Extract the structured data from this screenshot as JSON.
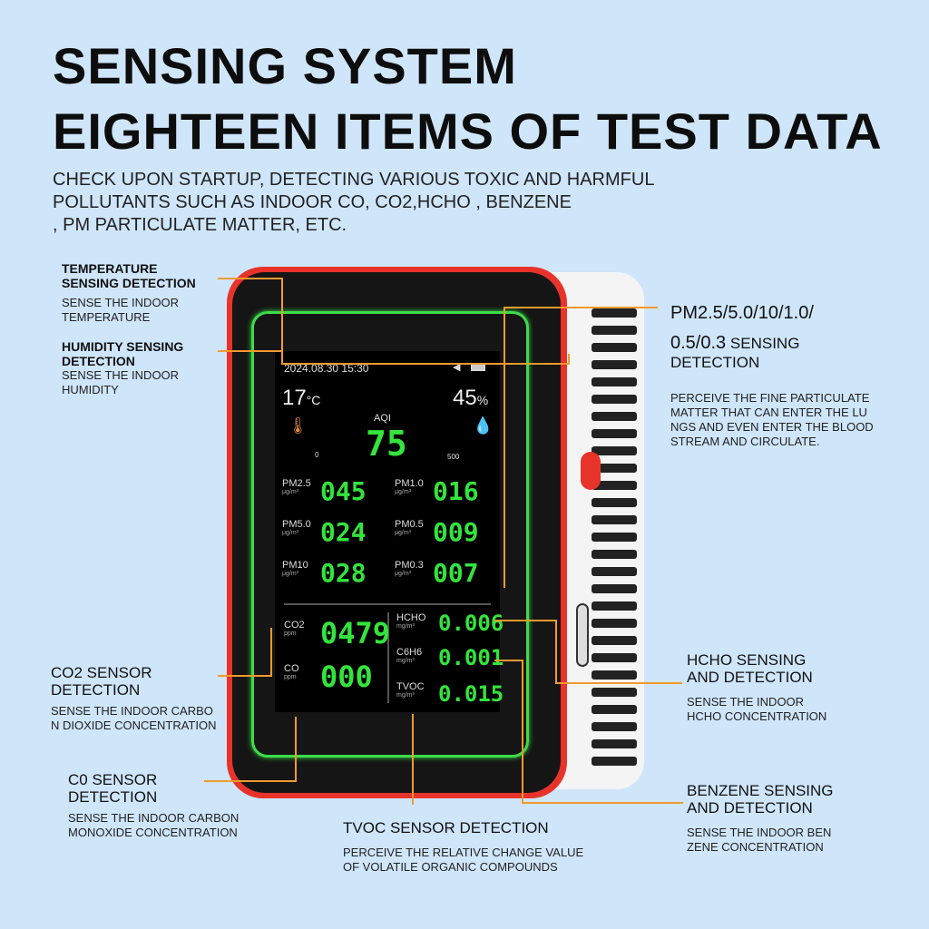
{
  "headline": {
    "line1": "SENSING SYSTEM",
    "line2": "EIGHTEEN ITEMS OF TEST DATA"
  },
  "intro": [
    "CHECK UPON STARTUP, DETECTING VARIOUS TOXIC AND HARMFUL",
    "POLLUTANTS SUCH AS INDOOR CO, CO2,HCHO , BENZENE",
    ", PM PARTICULATE MATTER, ETC."
  ],
  "callouts": {
    "temperature": {
      "title": "TEMPERATURE SENSING DETECTION",
      "desc": "SENSE THE INDOOR TEMPERATURE"
    },
    "humidity": {
      "title": "HUMIDITY SENSING DETECTION",
      "desc": "SENSE THE INDOOR HUMIDITY"
    },
    "co2": {
      "title": "CO2 SENSOR DETECTION",
      "desc": "SENSE THE INDOOR CARBO N DIOXIDE CONCENTRATION"
    },
    "co": {
      "title": "C0 SENSOR DETECTION",
      "desc": "SENSE THE INDOOR CARBON MONOXIDE CONCENTRATION"
    },
    "pm": {
      "title1": "PM2.5/5.0/10/1.0/",
      "title2": "0.5/0.3",
      "title3": " SENSING",
      "title4": "DETECTION",
      "desc": "PERCEIVE THE FINE PARTICULATE MATTER THAT CAN ENTER THE LU NGS AND EVEN ENTER THE BLOOD STREAM AND CIRCULATE."
    },
    "hcho": {
      "title": "HCHO SENSING AND DETECTION",
      "desc": "SENSE THE INDOOR HCHO CONCENTRATION"
    },
    "benzene": {
      "title": "BENZENE SENSING AND DETECTION",
      "desc": "SENSE THE INDOOR BEN ZENE CONCENTRATION"
    },
    "tvoc": {
      "title": "TVOC SENSOR DETECTION",
      "desc": "PERCEIVE THE RELATIVE CHANGE VALUE OF VOLATILE ORGANIC COMPOUNDS"
    }
  },
  "screen": {
    "datetime": "2024.08.30 15:30",
    "temperature": "17",
    "temp_unit": "°C",
    "humidity": "45",
    "hum_unit": "%",
    "aqi_label": "AQI",
    "aqi": "75",
    "aqi_min": "0",
    "aqi_max": "500",
    "pm": [
      {
        "label": "PM2.5",
        "unit": "μg/m³",
        "value": "045"
      },
      {
        "label": "PM1.0",
        "unit": "μg/m³",
        "value": "016"
      },
      {
        "label": "PM5.0",
        "unit": "μg/m³",
        "value": "024"
      },
      {
        "label": "PM0.5",
        "unit": "μg/m³",
        "value": "009"
      },
      {
        "label": "PM10",
        "unit": "μg/m³",
        "value": "028"
      },
      {
        "label": "PM0.3",
        "unit": "μg/m³",
        "value": "007"
      }
    ],
    "co2": {
      "label": "CO2",
      "unit": "ppm",
      "value": "0479"
    },
    "co": {
      "label": "CO",
      "unit": "ppm",
      "value": "000"
    },
    "hcho": {
      "label": "HCHO",
      "unit": "mg/m³",
      "value": "0.006"
    },
    "c6h6": {
      "label": "C6H6",
      "unit": "mg/m³",
      "value": "0.001"
    },
    "tvoc": {
      "label": "TVOC",
      "unit": "mg/m³",
      "value": "0.015"
    }
  },
  "colors": {
    "background": "#cfe5fa",
    "bezel": "#e8332a",
    "accent_green": "#33e43c",
    "leader_line": "#f29a2e",
    "gauge": "#4a9be8"
  }
}
